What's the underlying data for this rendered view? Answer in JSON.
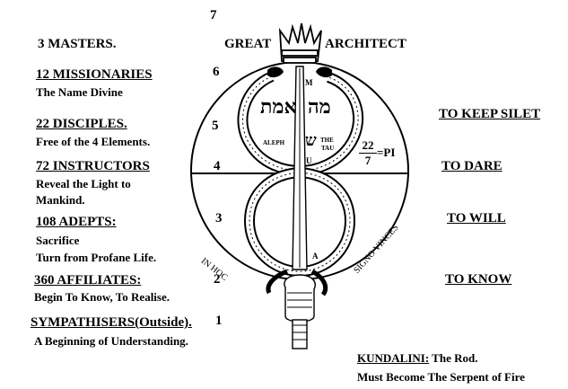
{
  "header": {
    "top_number": "7",
    "left_word": "GREAT",
    "right_word": "ARCHITECT"
  },
  "levels": [
    {
      "number": "",
      "title": "3  MASTERS.",
      "desc": []
    },
    {
      "number": "6",
      "title": "12 MISSIONARIES",
      "desc": [
        "The Name Divine"
      ]
    },
    {
      "number": "5",
      "title": "22 DISCIPLES.",
      "desc": [
        "Free of the 4 Elements."
      ]
    },
    {
      "number": "4",
      "title": "72 INSTRUCTORS",
      "desc": [
        "Reveal the Light to",
        "Mankind."
      ]
    },
    {
      "number": "3",
      "title": "108 ADEPTS:",
      "desc": [
        "Sacrifice",
        "Turn from Profane Life."
      ]
    },
    {
      "number": "2",
      "title": "360 AFFILIATES:",
      "desc": [
        "Begin To Know, To Realise."
      ]
    },
    {
      "number": "1",
      "title": "SYMPATHISERS(Outside).",
      "desc": [
        "A Beginning of Understanding."
      ]
    }
  ],
  "right_labels": [
    "TO KEEP SILET",
    "TO DARE",
    "TO WILL",
    "TO KNOW"
  ],
  "symbol": {
    "hebrew": "אמת",
    "hebrew_right": "מה",
    "letter_m": "M",
    "letter_u": "U",
    "letter_a": "A",
    "aleph": "ALEPH",
    "tau_1": "THE",
    "tau_2": "TAU",
    "shin": "ש",
    "pi_num": "22",
    "pi_den": "7",
    "pi_eq": "=PI",
    "motto_left": "IN HOC",
    "motto_right": "SIGNO VINCES"
  },
  "footer": {
    "label": "KUNDALINI:",
    "line1_rest": " The Rod.",
    "line2": "Must Become The Serpent of Fire"
  }
}
